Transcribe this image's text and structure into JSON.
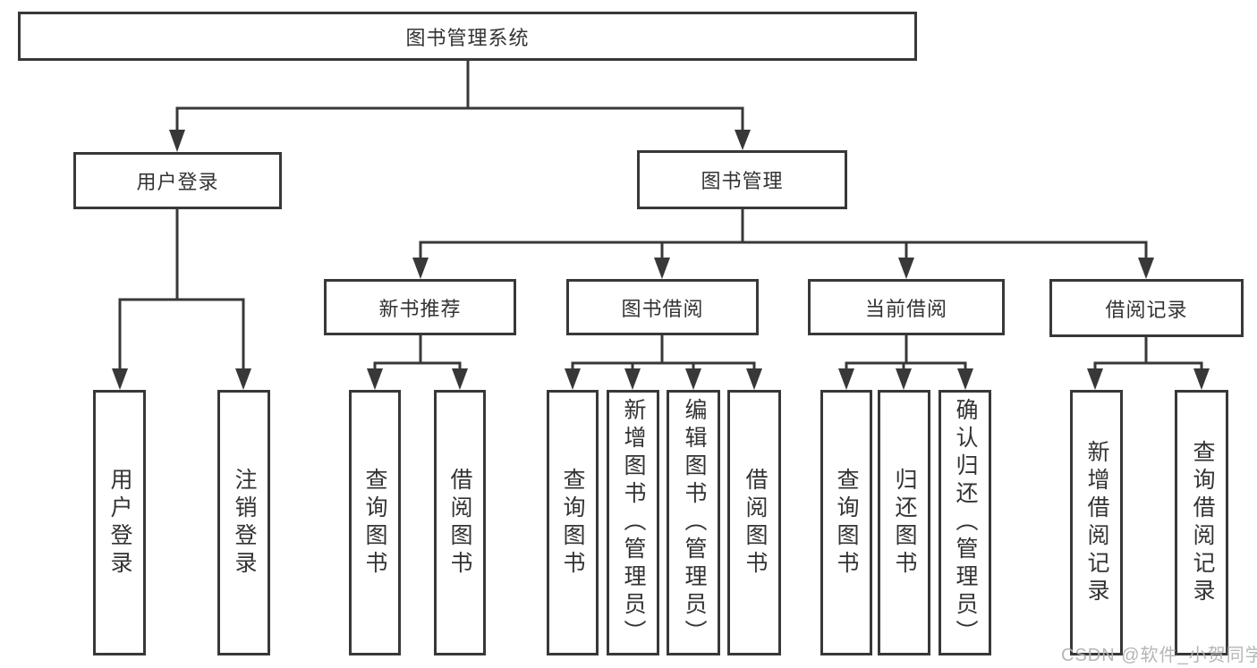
{
  "diagram": {
    "title": "图书管理系统",
    "root": {
      "label": "图书管理系统"
    },
    "level2": [
      {
        "label": "用户登录"
      },
      {
        "label": "图书管理"
      }
    ],
    "level3": [
      {
        "label": "新书推荐"
      },
      {
        "label": "图书借阅"
      },
      {
        "label": "当前借阅"
      },
      {
        "label": "借阅记录"
      }
    ],
    "level4": [
      {
        "label": "用户登录",
        "parent": "用户登录"
      },
      {
        "label": "注销登录",
        "parent": "用户登录"
      },
      {
        "label": "查询图书",
        "parent": "新书推荐"
      },
      {
        "label": "借阅图书",
        "parent": "新书推荐"
      },
      {
        "label": "查询图书",
        "parent": "图书借阅"
      },
      {
        "label": "新增图书（管理员）",
        "parent": "图书借阅"
      },
      {
        "label": "编辑图书（管理员）",
        "parent": "图书借阅"
      },
      {
        "label": "借阅图书",
        "parent": "图书借阅"
      },
      {
        "label": "查询图书",
        "parent": "当前借阅"
      },
      {
        "label": "归还图书",
        "parent": "当前借阅"
      },
      {
        "label": "确认归还（管理员）",
        "parent": "当前借阅"
      },
      {
        "label": "新增借阅记录",
        "parent": "借阅记录"
      },
      {
        "label": "查询借阅记录",
        "parent": "借阅记录"
      }
    ]
  },
  "watermark": {
    "text": "CSDN @软件_小贺同学"
  },
  "colors": {
    "line": "#383838",
    "text": "#333333",
    "background": "#ffffff",
    "watermark": "#b2b2b2"
  }
}
